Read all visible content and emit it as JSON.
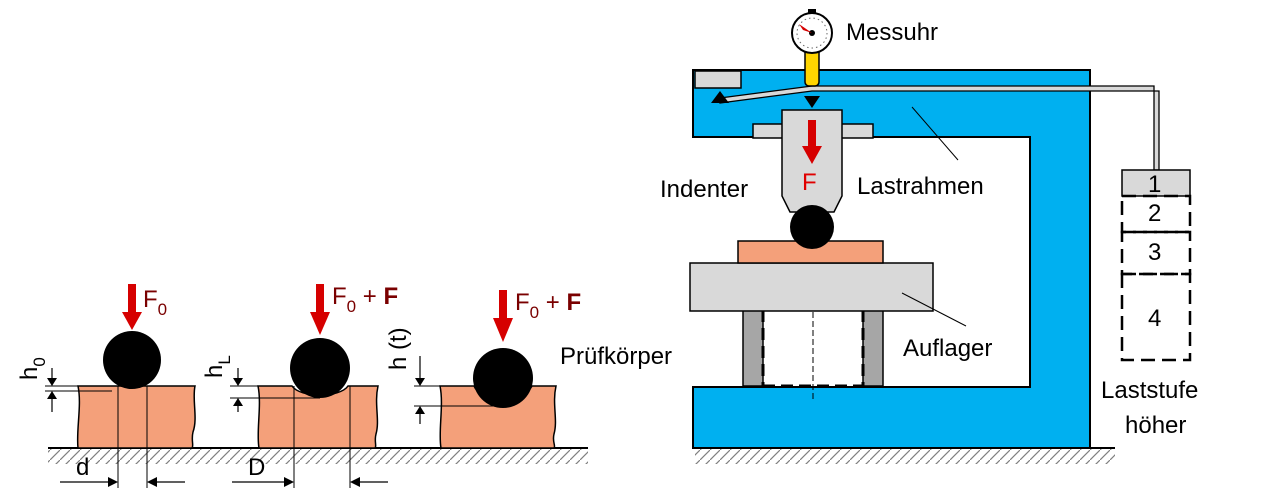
{
  "colors": {
    "frame": "#00b0f0",
    "specimen": "#f4a07a",
    "support": "#d9d9d9",
    "post": "#a6a6a6",
    "force_arrow": "#d60000",
    "force_label_dark": "#7a0000",
    "indicator_rod": "#ffd500"
  },
  "icons": [
    "dial-gauge-icon",
    "force-arrow-icon",
    "hatched-ground-icon"
  ],
  "stages": [
    {
      "force_main": "F",
      "force_sub": "0",
      "force_plus": "",
      "force_extra": "",
      "height_main": "h",
      "height_sub": "0",
      "dim_label": "d"
    },
    {
      "force_main": "F",
      "force_sub": "0",
      "force_plus": " + ",
      "force_extra": "F",
      "height_main": "h",
      "height_sub": "L",
      "dim_label": "D"
    },
    {
      "force_main": "F",
      "force_sub": "0",
      "force_plus": " + ",
      "force_extra": "F",
      "height_main": "h (t)",
      "height_sub": "",
      "dim_label": ""
    }
  ],
  "machine": {
    "dial_gauge_label": "Messuhr",
    "indenter_label": "Indenter",
    "force_label": "F",
    "frame_label": "Lastrahmen",
    "specimen_label": "Prüfkörper",
    "support_label": "Auflager",
    "weights": [
      "1",
      "2",
      "3",
      "4"
    ],
    "weights_label_line1": "Laststufe",
    "weights_label_line2": "höher"
  }
}
